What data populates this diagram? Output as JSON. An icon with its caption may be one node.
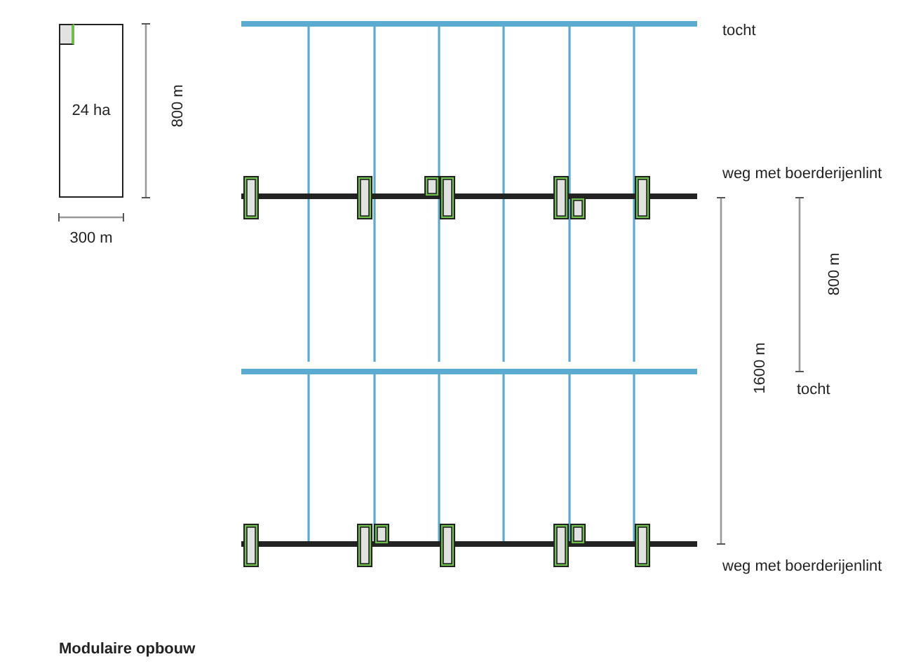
{
  "diagram": {
    "title": "Modulaire opbouw",
    "nodes": [
      {
        "text": [
          "24 ha"
        ]
      }
    ],
    "labels": [
      "tocht",
      "800 m",
      "weg met boerderijenlint",
      "300 m",
      "800 m",
      "1600 m",
      "tocht",
      "weg met boerderijenlint"
    ]
  }
}
